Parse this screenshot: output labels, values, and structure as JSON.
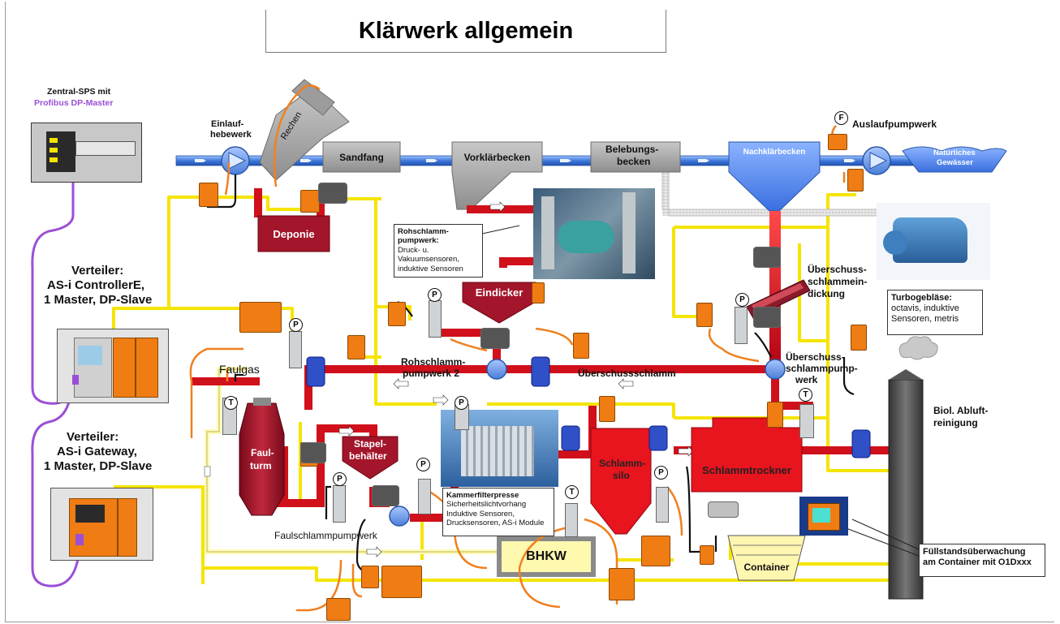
{
  "title": "Klärwerk allgemein",
  "colors": {
    "water_pipe": "#4d86e6",
    "sludge_pipe": "#d0101a",
    "asi_cable": "#f5e400",
    "profibus_cable": "#9b4fd6",
    "sensor_cable": "#f08020",
    "dark_red_tank": "#a3152a",
    "grey_basin": "#a6a6a6",
    "blue_basin": "#5b8ff0"
  },
  "labels": {
    "zentral_sps": "Zentral-SPS mit",
    "profibus_master": "Profibus DP-Master",
    "verteiler1_title": "Verteiler:",
    "verteiler1_l1": "AS-i ControllerE,",
    "verteiler1_l2": "1 Master, DP-Slave",
    "verteiler2_title": "Verteiler:",
    "verteiler2_l1": "AS-i Gateway,",
    "verteiler2_l2": "1 Master, DP-Slave",
    "einlauf_l1": "Einlauf-",
    "einlauf_l2": "hebewerk",
    "rechen": "Rechen",
    "sandfang": "Sandfang",
    "vorklaerbecken": "Vorklärbecken",
    "belebung_l1": "Belebungs-",
    "belebung_l2": "becken",
    "nachklaerbecken": "Nachklärbecken",
    "auslauf": "Auslaufpumpwerk",
    "gewaesser_l1": "Natürliches",
    "gewaesser_l2": "Gewässer",
    "deponie": "Deponie",
    "eindicker": "Eindicker",
    "rohschlamm2_l1": "Rohschlamm-",
    "rohschlamm2_l2": "pumpwerk 2",
    "ueberschussschlamm": "Überschussschlamm",
    "faulgas": "Faulgas",
    "faulturm_l1": "Faul-",
    "faulturm_l2": "turm",
    "stapel_l1": "Stapel-",
    "stapel_l2": "behälter",
    "faulschlamm": "Faulschlammpumpwerk",
    "bhkw": "BHKW",
    "schlammsilo_l1": "Schlamm-",
    "schlammsilo_l2": "silo",
    "schlammtrockner": "Schlammtrockner",
    "container": "Container",
    "ue_eindickung_l1": "Überschuss-",
    "ue_eindickung_l2": "schlammein-",
    "ue_eindickung_l3": "dickung",
    "ue_pump_l1": "Überschuss-",
    "ue_pump_l2": "schlammpump-",
    "ue_pump_l3": "werk",
    "abluft_l1": "Biol. Abluft-",
    "abluft_l2": "reinigung"
  },
  "callouts": {
    "rohschlamm": {
      "title_l1": "Rohschlamm-",
      "title_l2": "pumpwerk:",
      "l1": "Druck- u.",
      "l2": "Vakuumsensoren,",
      "l3": "induktive Sensoren"
    },
    "turbo": {
      "title": "Turbogebläse:",
      "l1": "octavis, induktive",
      "l2": "Sensoren, metris"
    },
    "kammer": {
      "title": "Kammerfilterpresse",
      "l1": "Sicherheitslichtvorhang",
      "l2": "Induktive Sensoren,",
      "l3": "Drucksensoren, AS-i Module"
    },
    "fuell": {
      "l1": "Füllstandsüberwachung",
      "l2": "am Container mit O1Dxxx"
    }
  },
  "symbols": {
    "pressure": "P",
    "temperature": "T",
    "flow": "F"
  }
}
